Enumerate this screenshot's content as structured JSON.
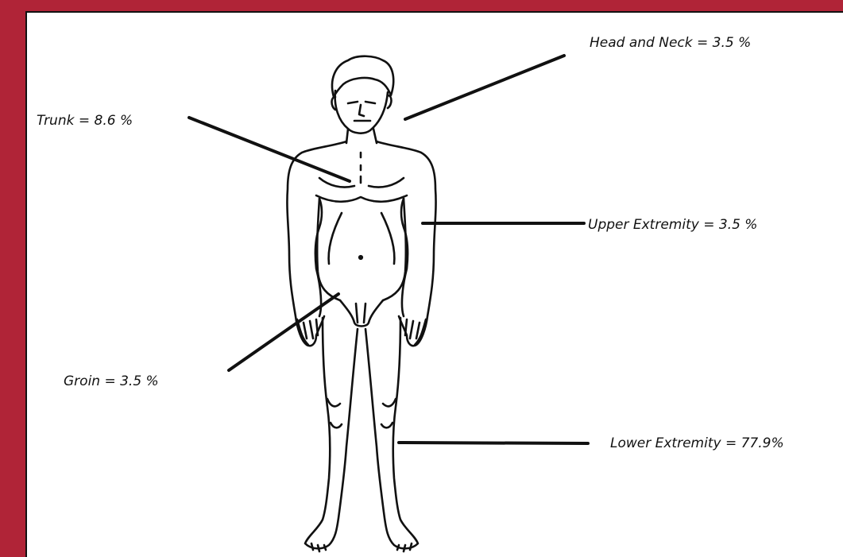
{
  "colors": {
    "frame": "#b02437",
    "background": "#ffffff",
    "ink": "#111111"
  },
  "figure": {
    "icon": "human-body-outline"
  },
  "labels": {
    "head_neck": "Head and Neck = 3.5 %",
    "trunk": "Trunk = 8.6 %",
    "upper_extremity": "Upper Extremity = 3.5 %",
    "groin": "Groin = 3.5 %",
    "lower_extremity": "Lower Extremity = 77.9%"
  },
  "regions": [
    {
      "name": "Head and Neck",
      "percent": 3.5
    },
    {
      "name": "Trunk",
      "percent": 8.6
    },
    {
      "name": "Upper Extremity",
      "percent": 3.5
    },
    {
      "name": "Groin",
      "percent": 3.5
    },
    {
      "name": "Lower Extremity",
      "percent": 77.9
    }
  ]
}
